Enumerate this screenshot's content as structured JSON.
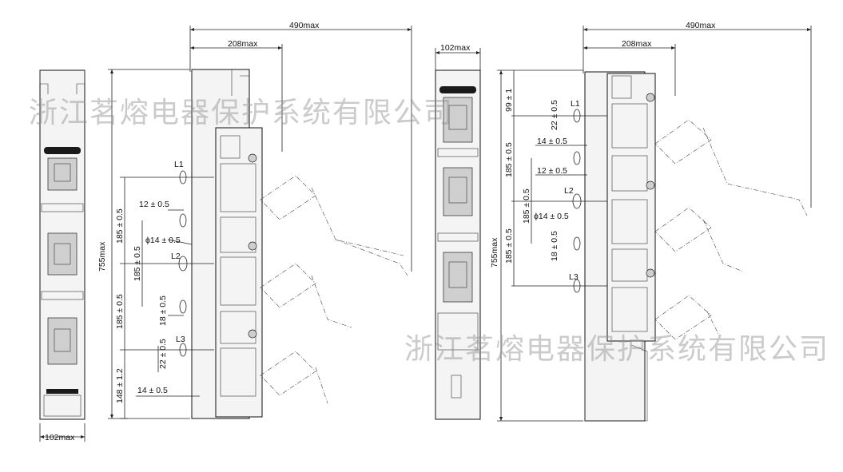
{
  "watermark": {
    "text_1": "浙江茗熔电器保护系统有限公司",
    "text_2": "浙江茗熔电器保护系统有限公司"
  },
  "left_drawing": {
    "width_top_overall": "490max",
    "width_top_body": "208max",
    "width_front": "102max",
    "height_overall": "755max",
    "phase_spacing_1": "185 ± 0.5",
    "phase_spacing_2": "185 ± 0.5",
    "phase_spacing_3": "185 ± 0.5",
    "bottom_offset": "148 ± 1.2",
    "dim_12": "12 ± 0.5",
    "dim_14dia": "ϕ14 ± 0.5",
    "dim_18": "18 ± 0.5",
    "dim_22": "22 ± 0.5",
    "dim_14": "14 ± 0.5",
    "terminal_1": "L1",
    "terminal_2": "L2",
    "terminal_3": "L3"
  },
  "right_drawing": {
    "width_top_overall": "490max",
    "width_top_body": "208max",
    "width_front": "102max",
    "height_overall": "755max",
    "top_offset": "99 ± 1",
    "phase_spacing_1": "185 ± 0.5",
    "phase_spacing_2": "185 ± 0.5",
    "phase_spacing_3": "185 ± 0.5",
    "dim_22": "22 ± 0.5",
    "dim_14": "14 ± 0.5",
    "dim_12": "12 ± 0.5",
    "dim_14dia": "ϕ14 ± 0.5",
    "dim_18": "18 ± 0.5",
    "terminal_1": "L1",
    "terminal_2": "L2",
    "terminal_3": "L3"
  }
}
